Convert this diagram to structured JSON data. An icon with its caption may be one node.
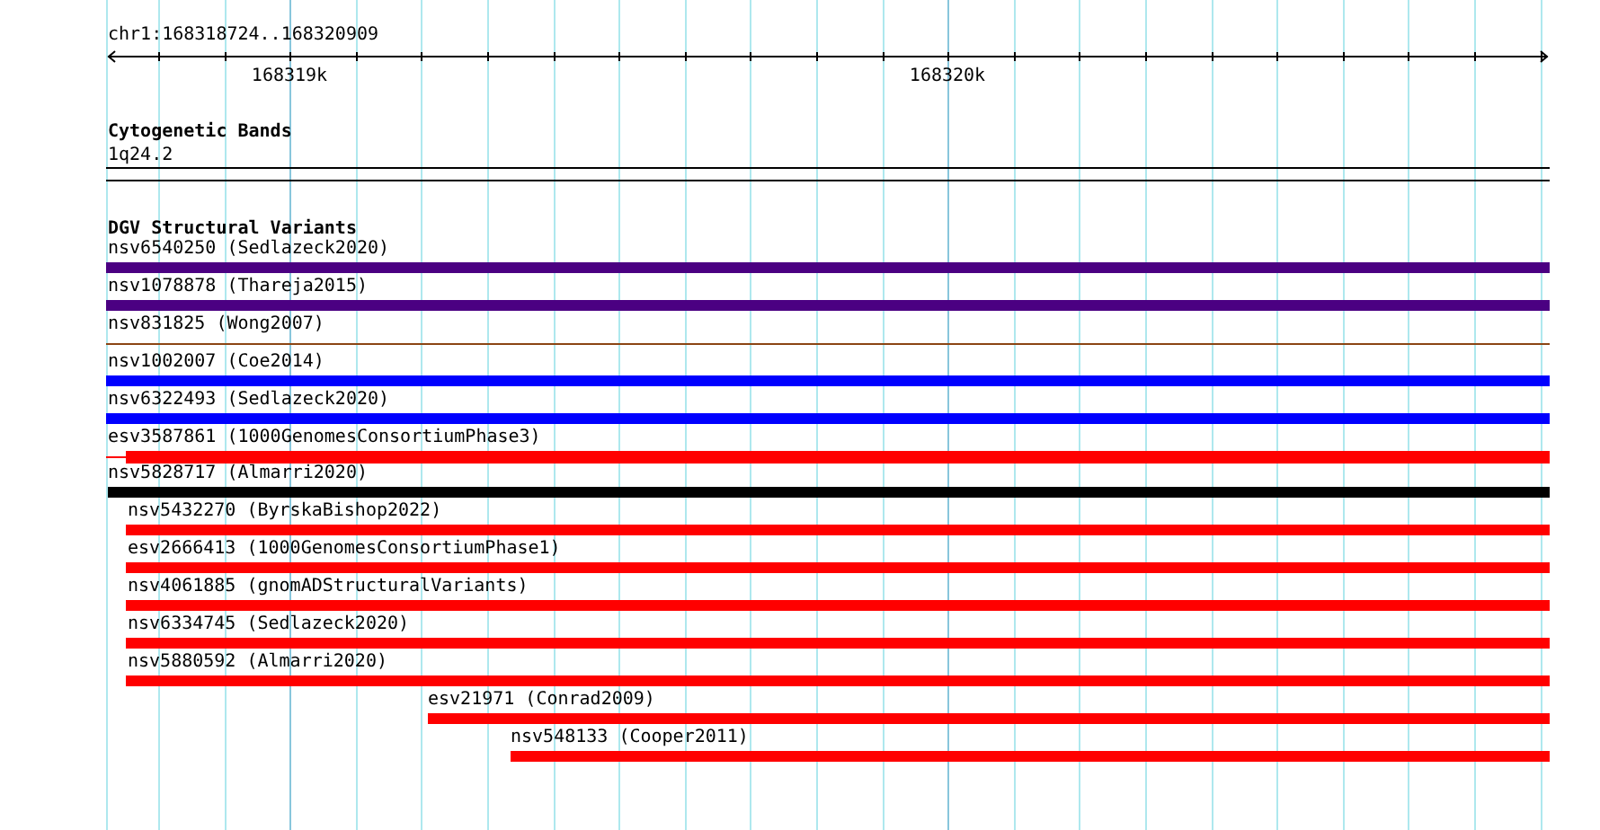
{
  "diagram": {
    "title": "chr1:168318724..168320909",
    "nodes": [
      {
        "text": [
          "nsv6540250 (Sedlazeck2020)"
        ]
      },
      {
        "text": [
          "nsv1078878 (Thareja2015)"
        ]
      },
      {
        "text": [
          "nsv831825 (Wong2007)"
        ]
      },
      {
        "text": [
          "nsv1002007 (Coe2014)"
        ]
      },
      {
        "text": [
          "nsv6322493 (Sedlazeck2020)"
        ]
      },
      {
        "text": [
          "esv3587861 (1000GenomesConsortiumPhase3)"
        ]
      },
      {
        "text": [
          "nsv5828717 (Almarri2020)"
        ]
      },
      {
        "text": [
          "nsv5432270 (ByrskaBishop2022)"
        ]
      },
      {
        "text": [
          "esv2666413 (1000GenomesConsortiumPhase1)"
        ]
      },
      {
        "text": [
          "nsv4061885 (gnomADStructuralVariants)"
        ]
      },
      {
        "text": [
          "nsv6334745 (Sedlazeck2020)"
        ]
      },
      {
        "text": [
          "nsv5880592 (Almarri2020)"
        ]
      },
      {
        "text": [
          "esv21971 (Conrad2009)"
        ]
      },
      {
        "text": [
          "nsv548133 (Cooper2011)"
        ]
      }
    ],
    "labels": [
      "168319k",
      "168320k",
      "Cytogenetic Bands",
      "1q24.2",
      "DGV Structural Variants"
    ]
  }
}
